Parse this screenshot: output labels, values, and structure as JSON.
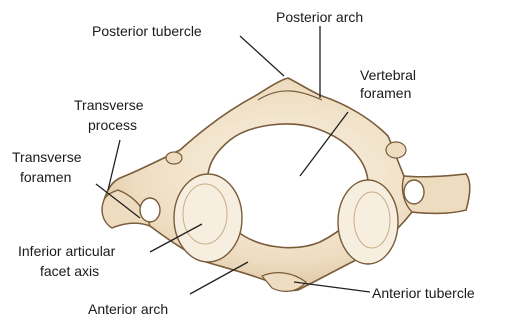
{
  "labels": {
    "posterior_tubercle": "Posterior tubercle",
    "posterior_arch": "Posterior arch",
    "vertebral_foramen": [
      "Vertebral",
      "foramen"
    ],
    "transverse_process": [
      "Transverse",
      "process"
    ],
    "transverse_foramen": [
      "Transverse",
      "foramen"
    ],
    "inferior_articular_facet": [
      "Inferior articular",
      "facet axis"
    ],
    "anterior_arch": "Anterior arch",
    "anterior_tubercle": "Anterior tubercle"
  },
  "colors": {
    "bone": "#f2e6d0",
    "bone_shade": "#d9c3a0",
    "outline": "#7a5c3a",
    "facet": "#f6eedf",
    "leader": "#222222"
  }
}
